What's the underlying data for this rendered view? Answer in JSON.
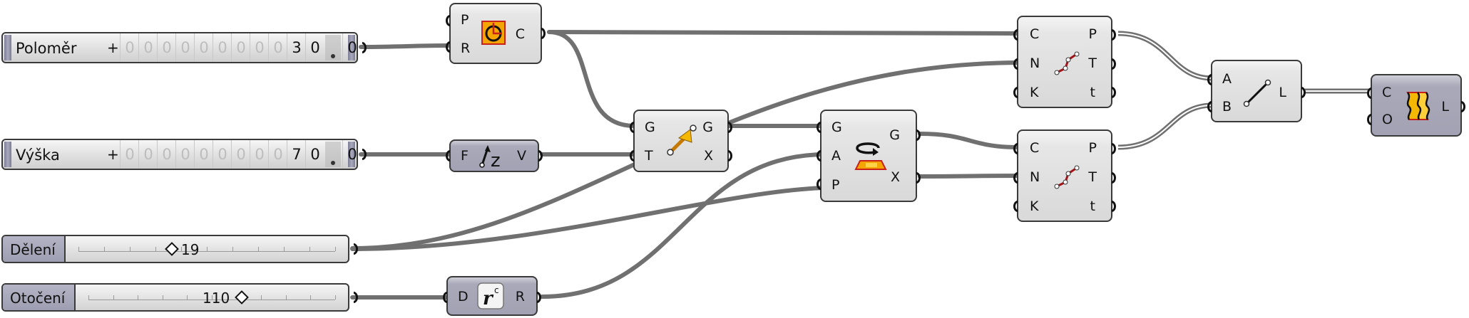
{
  "canvas": {
    "background": "#ffffff",
    "wire_color": "#707070",
    "component_light": "#dcdcdc",
    "component_dark": "#a6a6b8"
  },
  "scrollers": [
    {
      "name": "Polomer",
      "label": "Poloměr",
      "plus": "+",
      "digits": [
        "0",
        "0",
        "0",
        "0",
        "0",
        "0",
        "0",
        "0",
        "0",
        "3",
        "0"
      ],
      "active_from": 9,
      "fraction": "0",
      "value": "30.0"
    },
    {
      "name": "Vyska",
      "label": "Výška",
      "plus": "+",
      "digits": [
        "0",
        "0",
        "0",
        "0",
        "0",
        "0",
        "0",
        "0",
        "0",
        "7",
        "0"
      ],
      "active_from": 9,
      "fraction": "0",
      "value": "70.0"
    }
  ],
  "sliders": [
    {
      "name": "Deleni",
      "label": "Dělení",
      "value": "19",
      "position_fraction": 0.38
    },
    {
      "name": "Otoceni",
      "label": "Otočení",
      "value": "110",
      "position_fraction": 0.62
    }
  ],
  "components": {
    "circle": {
      "inputs": [
        "P",
        "R"
      ],
      "outputs": [
        "C"
      ],
      "icon": "circle-icon"
    },
    "unit_z": {
      "inputs": [
        "F"
      ],
      "outputs": [
        "V"
      ],
      "icon": "unit-z-vector-icon"
    },
    "move": {
      "inputs": [
        "G",
        "T"
      ],
      "outputs": [
        "G",
        "X"
      ],
      "icon": "move-arrow-icon"
    },
    "rotate": {
      "inputs": [
        "G",
        "A",
        "P"
      ],
      "outputs": [
        "G",
        "X"
      ],
      "icon": "rotate-icon"
    },
    "radians": {
      "inputs": [
        "D"
      ],
      "outputs": [
        "R"
      ],
      "icon": "radians-icon"
    },
    "divide_top": {
      "inputs": [
        "C",
        "N",
        "K"
      ],
      "outputs": [
        "P",
        "T",
        "t"
      ],
      "icon": "divide-curve-icon"
    },
    "divide_bottom": {
      "inputs": [
        "C",
        "N",
        "K"
      ],
      "outputs": [
        "P",
        "T",
        "t"
      ],
      "icon": "divide-curve-icon"
    },
    "line": {
      "inputs": [
        "A",
        "B"
      ],
      "outputs": [
        "L"
      ],
      "icon": "line-icon"
    },
    "loft": {
      "inputs": [
        "C",
        "O"
      ],
      "outputs": [
        "L"
      ],
      "icon": "loft-icon"
    }
  }
}
